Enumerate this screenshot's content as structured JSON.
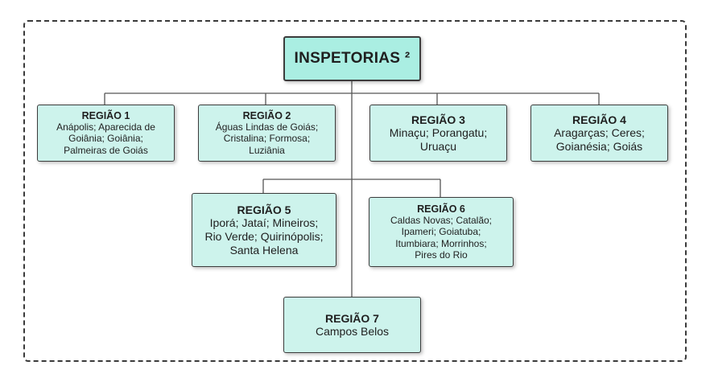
{
  "root": {
    "title": "INSPETORIAS ²"
  },
  "regions": [
    {
      "title": "REGIÃO 1",
      "body": "Anápolis; Aparecida de\nGoiânia; Goiânia;\nPalmeiras de Goiás"
    },
    {
      "title": "REGIÃO 2",
      "body": "Águas Lindas de Goiás;\nCristalina; Formosa;\nLuziânia"
    },
    {
      "title": "REGIÃO 3",
      "body": "Minaçu; Porangatu;\nUruaçu"
    },
    {
      "title": "REGIÃO 4",
      "body": "Aragarças; Ceres;\nGoianésia; Goiás"
    },
    {
      "title": "REGIÃO 5",
      "body": "Iporá; Jataí; Mineiros;\nRio Verde; Quirinópolis;\nSanta Helena"
    },
    {
      "title": "REGIÃO 6",
      "body": "Caldas Novas; Catalão;\nIpameri; Goiatuba;\nItumbiara; Morrinhos;\nPires do Rio"
    },
    {
      "title": "REGIÃO 7",
      "body": "Campos Belos"
    }
  ]
}
